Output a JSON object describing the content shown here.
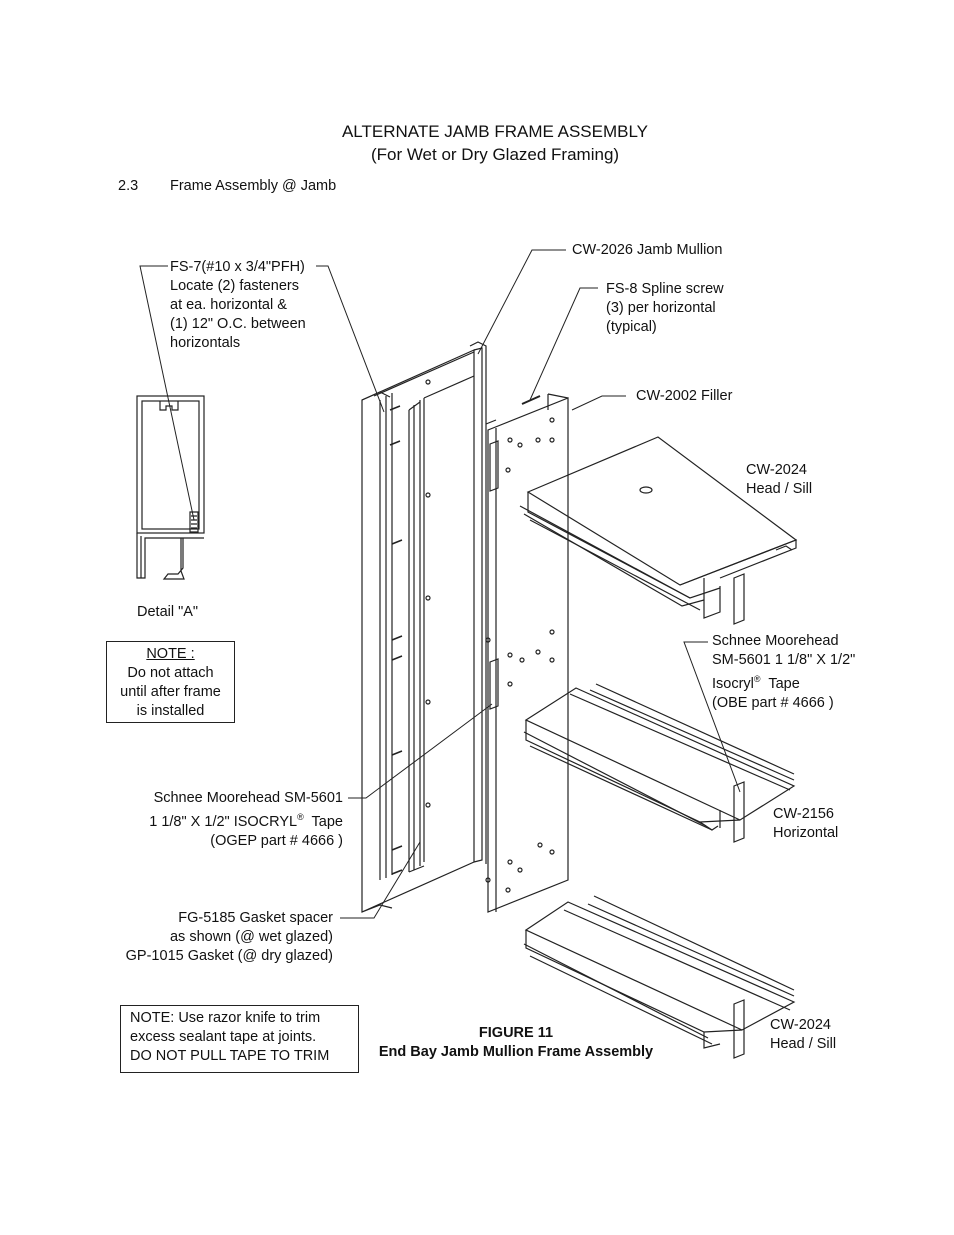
{
  "header": {
    "title": "ALTERNATE JAMB FRAME ASSEMBLY",
    "subtitle": "(For Wet or Dry Glazed Framing)"
  },
  "section": {
    "number": "2.3",
    "title": "Frame Assembly  @ Jamb"
  },
  "callouts": {
    "fs7": [
      "FS-7(#10 x 3/4\"PFH)",
      "Locate (2) fasteners",
      "at ea. horizontal &",
      "(1) 12\" O.C. between",
      "horizontals"
    ],
    "cw2026": "CW-2026  Jamb Mullion",
    "fs8": [
      "FS-8 Spline screw",
      "(3) per horizontal",
      "(typical)"
    ],
    "cw2002": "CW-2002  Filler",
    "cw2024_top": [
      "CW-2024",
      "Head / Sill"
    ],
    "schnee_right": [
      "Schnee Moorehead",
      "SM-5601 1 1/8\" X 1/2\"",
      "Isocryl",
      "Tape",
      "(OBE part # 4666 )"
    ],
    "cw2156": [
      "CW-2156",
      "Horizontal"
    ],
    "cw2024_bottom": [
      "CW-2024",
      "Head / Sill"
    ],
    "schnee_left": [
      "Schnee Moorehead SM-5601",
      "1 1/8\" X 1/2\"  ISOCRYL",
      "Tape",
      "(OGEP part # 4666 )"
    ],
    "registered": "®",
    "fg5185": [
      "FG-5185 Gasket spacer",
      "as shown (@ wet glazed)",
      "GP-1015 Gasket (@ dry glazed)"
    ],
    "detail": "Detail \"A\""
  },
  "note1": {
    "heading": "NOTE :",
    "lines": [
      "Do not attach",
      "until after frame",
      "is installed"
    ]
  },
  "note2": {
    "lines": [
      "NOTE: Use razor knife to trim",
      "excess sealant tape at joints.",
      "DO NOT PULL TAPE TO TRIM"
    ]
  },
  "figure": {
    "number": "FIGURE 11",
    "caption": "End Bay Jamb Mullion Frame Assembly"
  }
}
